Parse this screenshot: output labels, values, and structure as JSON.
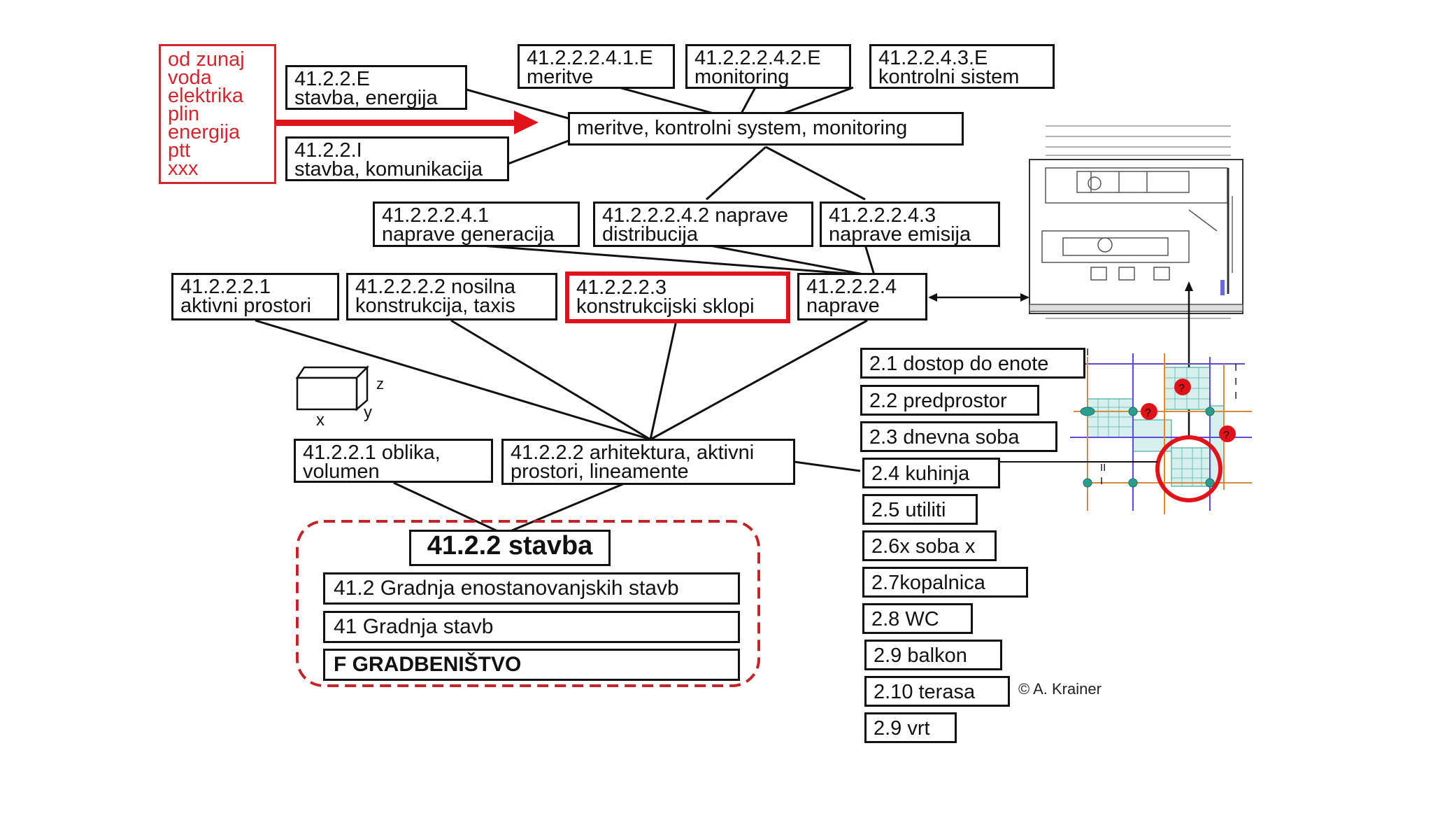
{
  "external": {
    "lines": [
      "od zunaj",
      "voda",
      "elektrika",
      "plin",
      "energija",
      "ptt",
      "xxx"
    ]
  },
  "top_left": {
    "energy": [
      "41.2.2.E",
      "stavba, energija"
    ],
    "communication": [
      "41.2.2.I",
      "stavba, komunikacija"
    ]
  },
  "top_row": [
    [
      "41.2.2.2.4.1.E",
      "meritve"
    ],
    [
      "41.2.2.2.4.2.E",
      "monitoring"
    ],
    [
      "41.2.2.4.3.E",
      "kontrolni sistem"
    ]
  ],
  "monitoring_box": "meritve, kontrolni system, monitoring",
  "devices_row": [
    [
      "41.2.2.2.4.1",
      "naprave generacija"
    ],
    [
      "41.2.2.2.4.2 naprave",
      "distribucija"
    ],
    [
      "41.2.2.2.4.3",
      "naprave emisija"
    ]
  ],
  "building_row": [
    [
      "41.2.2.2.1",
      "aktivni prostori"
    ],
    [
      "41.2.2.2.2 nosilna",
      "konstrukcija, taxis"
    ],
    [
      "41.2.2.2.3",
      "konstrukcijski sklopi"
    ],
    [
      "41.2.2.2.4",
      "naprave"
    ]
  ],
  "axes": {
    "x": "x",
    "y": "y",
    "z": "z"
  },
  "form_box": [
    "41.2.2.1 oblika,",
    "volumen"
  ],
  "architecture_box": [
    "41.2.2.2 arhitektura, aktivni",
    "prostori, lineamente"
  ],
  "hierarchy": {
    "title": "41.2.2 stavba",
    "levels": [
      "41.2 Gradnja enostanovanjskih stavb",
      "41 Gradnja stavb",
      "F GRADBENIŠTVO"
    ]
  },
  "rooms": [
    "2.1 dostop do enote",
    "2.2 predprostor",
    "2.3 dnevna soba",
    "2.4 kuhinja",
    "2.5 utiliti",
    "2.6x soba x",
    "2.7kopalnica",
    "2.8 WC",
    "2.9 balkon",
    "2.10 terasa",
    "2.9 vrt"
  ],
  "credit": "© A. Krainer",
  "plan_marks": {
    "question": "?",
    "roman_one": "I",
    "roman_two": "II"
  },
  "colors": {
    "accent_red": "#e0131b",
    "text_red": "#d0262f",
    "grid_teal": "#2a9d8f",
    "plan_purple": "#5b4bd8",
    "plan_orange": "#d98a3a"
  }
}
